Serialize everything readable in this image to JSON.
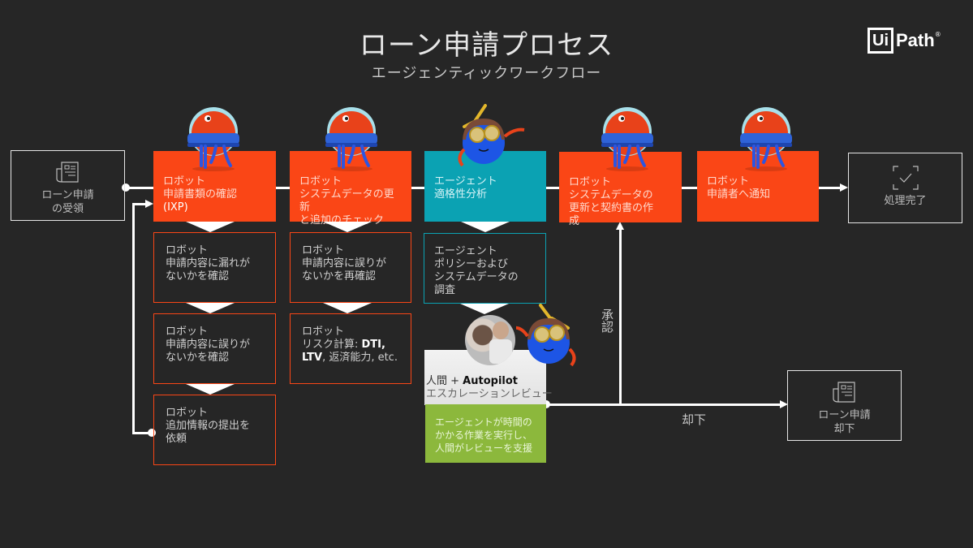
{
  "header": {
    "title": "ローン申請プロセス",
    "subtitle": "エージェンティックワークフロー",
    "logo": {
      "box_text": "Ui",
      "text": "Path",
      "mark": "®"
    }
  },
  "start": {
    "icon": "document-icon",
    "line1": "ローン申請",
    "line2": "の受領"
  },
  "steps": [
    {
      "actor": "ロボット",
      "lines": [
        "申請書類の確認",
        "(IXP)"
      ],
      "type": "robot"
    },
    {
      "actor": "ロボット",
      "lines": [
        "システムデータの更新",
        "と追加のチェック"
      ],
      "type": "robot"
    },
    {
      "actor": "エージェント",
      "lines": [
        "適格性分析"
      ],
      "type": "agent"
    },
    {
      "actor": "ロボット",
      "lines": [
        "システムデータの",
        "更新と契約書の作",
        "成"
      ],
      "type": "robot"
    },
    {
      "actor": "ロボット",
      "lines": [
        "申請者へ通知"
      ],
      "type": "robot"
    }
  ],
  "end": {
    "icon": "check-frame-icon",
    "label": "処理完了"
  },
  "branch1": [
    {
      "actor": "ロボット",
      "lines": [
        "申請内容に漏れが",
        "ないかを確認"
      ]
    },
    {
      "actor": "ロボット",
      "lines": [
        "申請内容に誤りが",
        "ないかを確認"
      ]
    },
    {
      "actor": "ロボット",
      "lines": [
        "追加情報の提出を",
        "依頼"
      ]
    }
  ],
  "branch2": [
    {
      "actor": "ロボット",
      "lines": [
        "申請内容に誤りが",
        "ないかを再確認"
      ]
    },
    {
      "actor": "ロボット",
      "line1": "リスク計算: ",
      "bold1": "DTI,",
      "bold2": "LTV",
      "rest2": ", 返済能力, etc."
    }
  ],
  "branch3": {
    "actor": "エージェント",
    "lines": [
      "ポリシーおよび",
      "システムデータの",
      "調査"
    ]
  },
  "human_review": {
    "title_prefix": "人間 + ",
    "title_bold": "Autopilot",
    "subtitle": "エスカレーションレビュー",
    "description": [
      "エージェントが時間の",
      "かかる作業を実行し、",
      "人間がレビューを支援"
    ]
  },
  "labels": {
    "approve": "承認",
    "reject": "却下"
  },
  "rejected": {
    "icon": "document-icon",
    "line1": "ローン申請",
    "line2": "却下"
  },
  "colors": {
    "robot": "#fa4616",
    "agent": "#0ba2b3",
    "human_green": "#8cb83c",
    "background": "#262626"
  }
}
